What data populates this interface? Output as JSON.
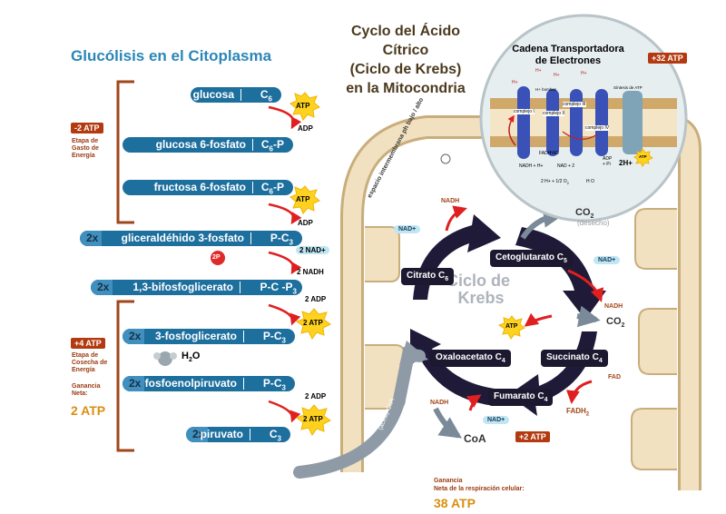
{
  "glycolysis": {
    "title": "Glucólisis en el Citoplasma",
    "investment_badge": "-2 ATP",
    "investment_phase": [
      "Etapa de",
      "Gasto de",
      "Energía"
    ],
    "harvest_badge": "+4 ATP",
    "harvest_phase": [
      "Etapa de",
      "Cosecha de",
      "Energía"
    ],
    "net_label": [
      "Ganancia",
      "Neta:"
    ],
    "net_value": "2 ATP",
    "molecules": [
      {
        "name": "glucosa",
        "formula": "C",
        "sub": "6",
        "mult": ""
      },
      {
        "name": "glucosa 6-fosfato",
        "formula": "C",
        "sub": "6",
        "suffix": "-P",
        "mult": ""
      },
      {
        "name": "fructosa 6-fosfato",
        "formula": "C",
        "sub": "6",
        "suffix": "-P",
        "mult": ""
      },
      {
        "name": "gliceraldéhido 3-fosfato",
        "formula": "P-C",
        "sub": "3",
        "mult": "2x"
      },
      {
        "name": "1,3-bifosfoglicerato",
        "formula": "P-C  -P",
        "sub": "3",
        "mult": "2x"
      },
      {
        "name": "3-fosfoglicerato",
        "formula": "P-C",
        "sub": "3",
        "mult": "2x"
      },
      {
        "name": "fosfoenolpiruvato",
        "formula": "P-C",
        "sub": "3",
        "mult": "2x"
      },
      {
        "name": "piruvato",
        "formula": "C",
        "sub": "3",
        "mult": "2x"
      }
    ],
    "atp": "ATP",
    "adp": "ADP",
    "two_atp": "2 ATP",
    "two_adp": "2 ADP",
    "two_nad": "2 NAD+",
    "two_nadh": "2 NADH",
    "two_p": "2P",
    "water": "H",
    "water_sub": "2",
    "water_o": "O"
  },
  "mito": {
    "title": [
      "Cyclo del Ácido",
      "Cítrico",
      "(Ciclo de Krebs)",
      "en la Mitocondria"
    ],
    "membrane_label": "espacio intermembrana ph bajo / alto",
    "acetyl_label": "(acetil)-CoA",
    "coa": "CoA",
    "krebs_center": [
      "Ciclo de",
      "Krebs"
    ],
    "co2_top": "CO",
    "co2_top_sub": "2",
    "desecho": "(desecho)",
    "co2_right": "CO",
    "co2_right_sub": "2",
    "nadh": "NADH",
    "nad": "NAD+",
    "fad": "FAD",
    "fadh2": "FADH",
    "fadh2_sub": "2",
    "atp": "ATP",
    "krebs_atp_badge": "+2 ATP",
    "intermediates": [
      {
        "name": "Citrato",
        "c": "C",
        "sub": "6"
      },
      {
        "name": "Cetoglutarato",
        "c": "C",
        "sub": "5"
      },
      {
        "name": "Succinato",
        "c": "C",
        "sub": "4"
      },
      {
        "name": "Fumarato",
        "c": "C",
        "sub": "4"
      },
      {
        "name": "Oxaloacetato",
        "c": "C",
        "sub": "4"
      }
    ]
  },
  "etc": {
    "title": [
      "Cadena Transportadora",
      "de Electrones"
    ],
    "badge": "+32 ATP",
    "h_plus": "H+",
    "h_bombas": "H+ bombas",
    "sintesis": "Síntesis de ATP",
    "complejo_i": "complejo I",
    "complejo_ii": "complejo II",
    "complejo_iii": "complejo III",
    "complejo_iv": "complejo IV",
    "fadh": "FADH",
    "fad": "FAD",
    "nadh_h": "NADH + H+",
    "nad_2": "NAD + 2",
    "eq": "2 H+ + 1/2 O",
    "eq_sub": "2",
    "h2o": "H O",
    "adp_pi": "ADP + Pi",
    "two_h": "2H+",
    "atp": "ATP"
  },
  "net": {
    "label": [
      "Ganancia",
      "Neta de la respiración celular:"
    ],
    "value": "38 ATP"
  },
  "colors": {
    "bar_blue": "#1d6f9e",
    "brown": "#a0461a",
    "orange_badge": "#b33a10",
    "gold": "#d98f10",
    "title_blue": "#2a86b7",
    "mito_wall": "#e9d6b2",
    "krebs_dark": "#1c1830"
  }
}
